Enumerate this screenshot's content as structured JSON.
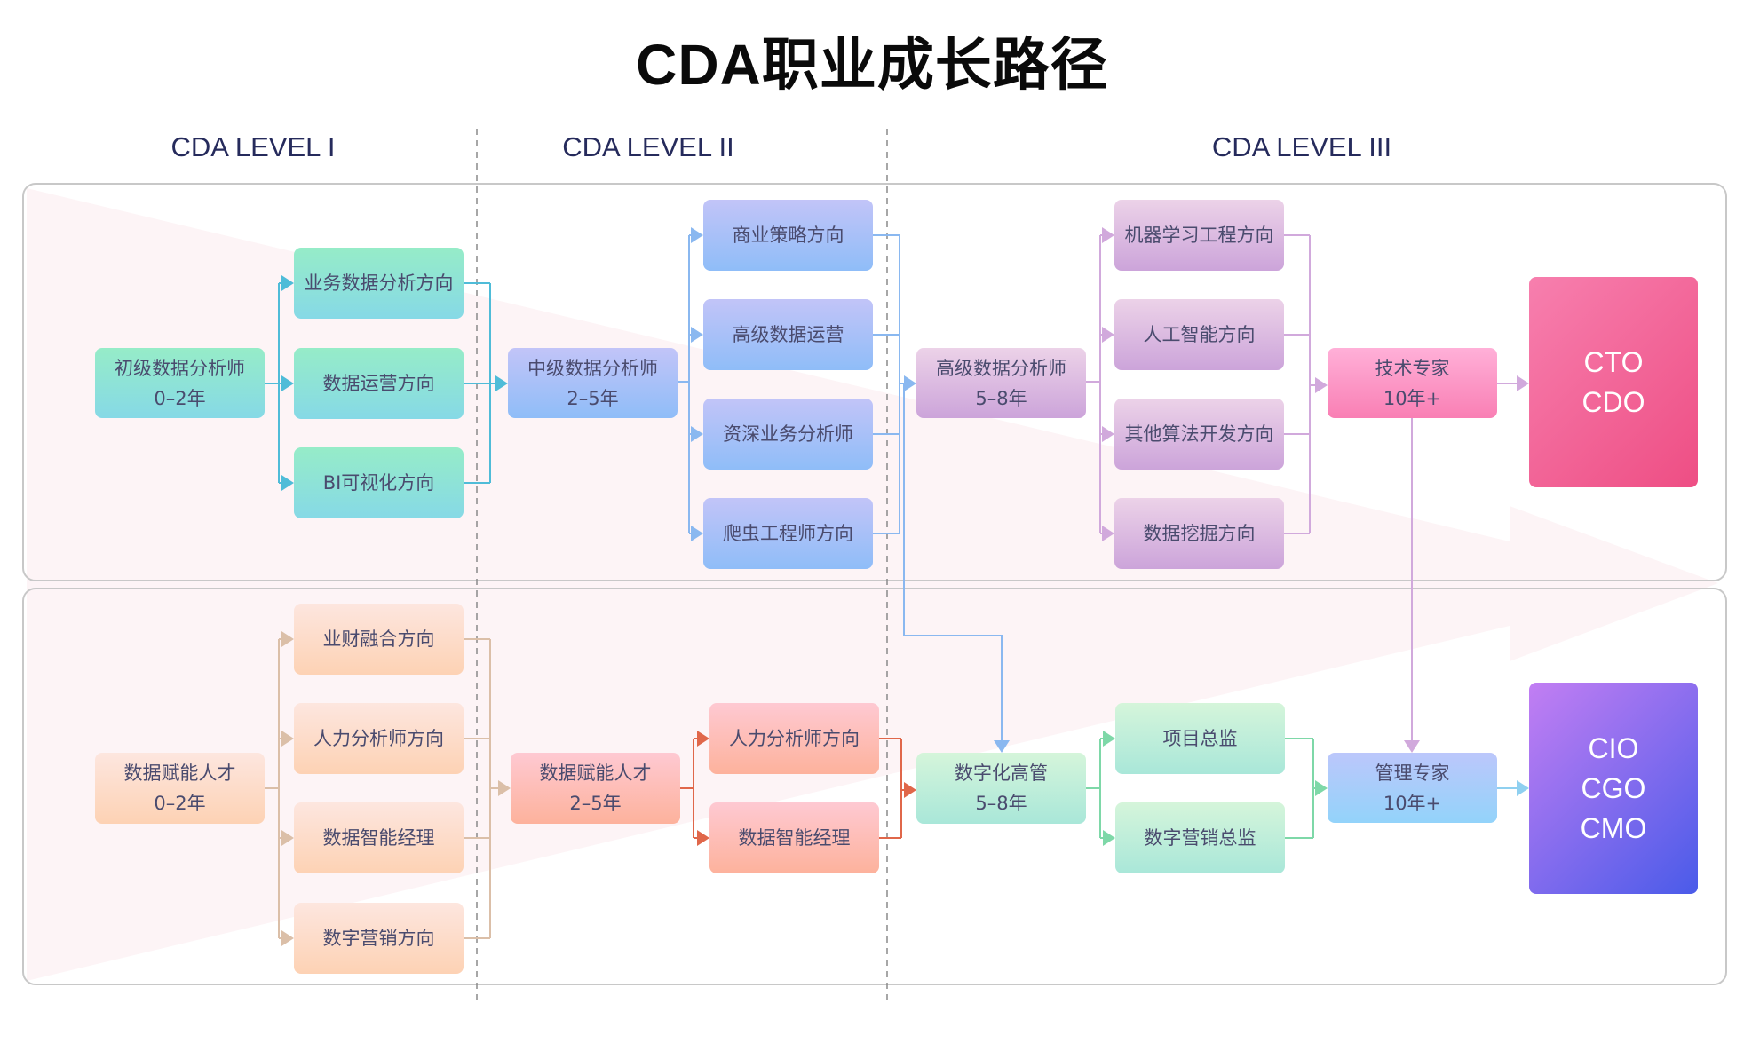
{
  "title": "CDA职业成长路径",
  "levels": [
    {
      "label": "CDA LEVEL I"
    },
    {
      "label": "CDA LEVEL II"
    },
    {
      "label": "CDA LEVEL III"
    }
  ],
  "colors": {
    "level_text": "#262b5c",
    "node_text": "#4a4b6e",
    "panel_border": "#c8c8c8",
    "divider": "#8a8a8a",
    "background_arrow": "#fdf4f6",
    "teal": {
      "from": "#96ecc8",
      "to": "#86d9e6",
      "line": "#4fbcd8"
    },
    "blue": {
      "from": "#c2c4f8",
      "to": "#8fbdf8",
      "line": "#8ab8f0"
    },
    "purple": {
      "from": "#ecd2e8",
      "to": "#cca4da",
      "line": "#d1a9dc"
    },
    "pink_expert": {
      "from": "#ffb0d8",
      "to": "#f97fb4"
    },
    "cto": {
      "from": "#f77fae",
      "to": "#ee4e84"
    },
    "peach": {
      "from": "#fde6df",
      "to": "#fdd2b4",
      "line": "#dbbfa8"
    },
    "salmon": {
      "from": "#fec9d2",
      "to": "#fdb29c",
      "line": "#e0674a"
    },
    "mint": {
      "from": "#d5f5da",
      "to": "#a9e7d9",
      "line": "#7ed8a8"
    },
    "sky": {
      "from": "#bcc7fb",
      "to": "#93d3fa",
      "line": "#8fd0f0"
    },
    "cio": {
      "from": "#c27ef3",
      "to": "#4a5be9"
    }
  },
  "top_track": {
    "entry": {
      "title": "初级数据分析师",
      "years": "0–2年"
    },
    "level1_directions": [
      "业务数据分析方向",
      "数据运营方向",
      "BI可视化方向"
    ],
    "mid": {
      "title": "中级数据分析师",
      "years": "2–5年"
    },
    "level2_directions": [
      "商业策略方向",
      "高级数据运营",
      "资深业务分析师",
      "爬虫工程师方向"
    ],
    "senior": {
      "title": "高级数据分析师",
      "years": "5–8年"
    },
    "level3_directions": [
      "机器学习工程方向",
      "人工智能方向",
      "其他算法开发方向",
      "数据挖掘方向"
    ],
    "expert": {
      "title": "技术专家",
      "years": "10年+"
    },
    "executive": [
      "CTO",
      "CDO"
    ]
  },
  "bottom_track": {
    "entry": {
      "title": "数据赋能人才",
      "years": "0–2年"
    },
    "level1_directions": [
      "业财融合方向",
      "人力分析师方向",
      "数据智能经理",
      "数字营销方向"
    ],
    "mid": {
      "title": "数据赋能人才",
      "years": "2–5年"
    },
    "level2_directions": [
      "人力分析师方向",
      "数据智能经理"
    ],
    "senior": {
      "title": "数字化高管",
      "years": "5–8年"
    },
    "level3_directions": [
      "项目总监",
      "数字营销总监"
    ],
    "expert": {
      "title": "管理专家",
      "years": "10年+"
    },
    "executive": [
      "CIO",
      "CGO",
      "CMO"
    ]
  }
}
